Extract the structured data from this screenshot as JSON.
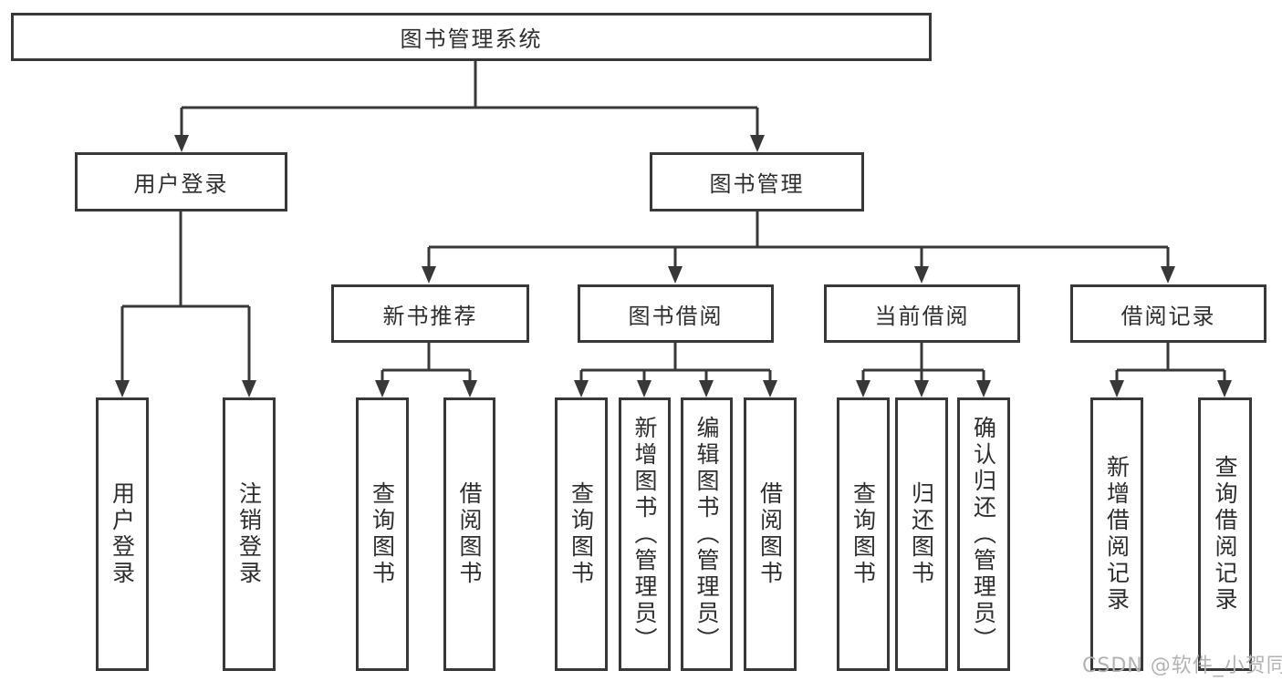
{
  "colors": {
    "line": "#383838",
    "text": "#2e2e2e",
    "box_background": "#ffffff",
    "watermark": "#b3b3b3"
  },
  "diagram": {
    "root": {
      "label": "图书管理系统",
      "children": [
        {
          "label": "用户登录",
          "children": [
            {
              "label": "用户登录"
            },
            {
              "label": "注销登录"
            }
          ]
        },
        {
          "label": "图书管理",
          "children": [
            {
              "label": "新书推荐",
              "children": [
                {
                  "label": "查询图书"
                },
                {
                  "label": "借阅图书"
                }
              ]
            },
            {
              "label": "图书借阅",
              "children": [
                {
                  "label": "查询图书"
                },
                {
                  "label": "新增图书（管理员）"
                },
                {
                  "label": "编辑图书（管理员）"
                },
                {
                  "label": "借阅图书"
                }
              ]
            },
            {
              "label": "当前借阅",
              "children": [
                {
                  "label": "查询图书"
                },
                {
                  "label": "归还图书"
                },
                {
                  "label": "确认归还（管理员）"
                }
              ]
            },
            {
              "label": "借阅记录",
              "children": [
                {
                  "label": "新增借阅记录"
                },
                {
                  "label": "查询借阅记录"
                }
              ]
            }
          ]
        }
      ]
    }
  },
  "watermark": {
    "text": "CSDN @软件_小贺同学"
  }
}
